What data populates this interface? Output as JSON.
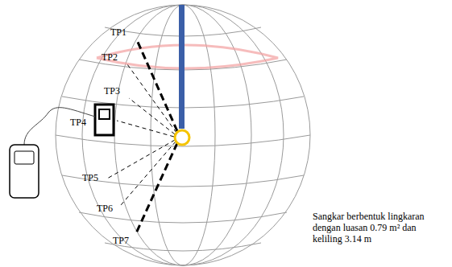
{
  "diagram": {
    "labels": [
      "TP1",
      "TP2",
      "TP3",
      "TP4",
      "TP5",
      "TP6",
      "TP7",
      "Sangkar berbentuk lingkaran dengan luasan 0.79 m² dan keliling 3.14 m"
    ]
  }
}
